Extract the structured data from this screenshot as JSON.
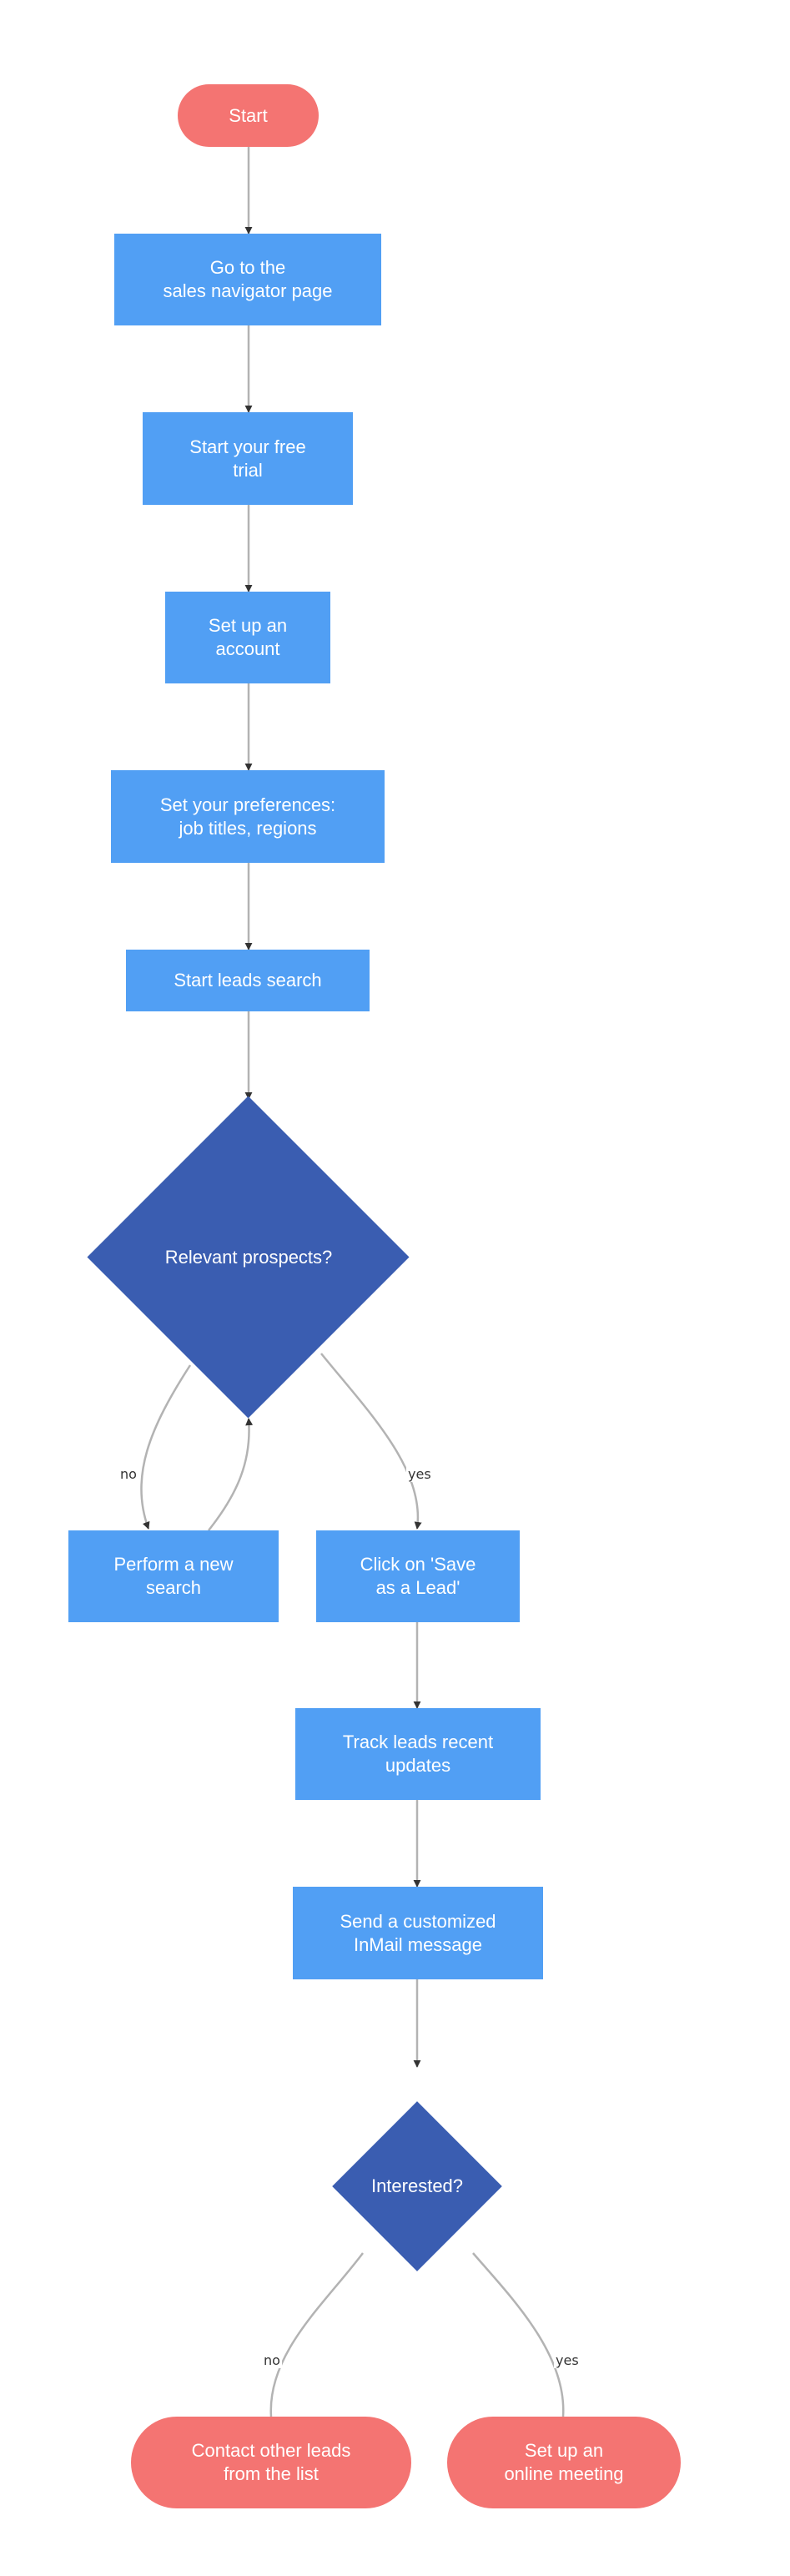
{
  "colors": {
    "terminal": "#f47472",
    "process": "#519ff4",
    "decision": "#3a5db1",
    "connector": "#b3b3b3",
    "arrowhead": "#333333"
  },
  "nodes": {
    "start": "Start",
    "sales_navigator": "Go to the\nsales navigator page",
    "free_trial": "Start your free\ntrial",
    "setup_account": "Set up an\naccount",
    "preferences": "Set your preferences:\njob titles, regions",
    "leads_search": "Start leads search",
    "relevant": "Relevant prospects?",
    "new_search": "Perform a new\nsearch",
    "save_lead": "Click on 'Save\nas a Lead'",
    "track_leads": "Track leads recent\nupdates",
    "inmail": "Send a customized\nInMail message",
    "interested": "Interested?",
    "contact_other": "Contact other leads\nfrom the list",
    "meeting": "Set up an\nonline meeting"
  },
  "edge_labels": {
    "relevant_no": "no",
    "relevant_yes": "yes",
    "interested_no": "no",
    "interested_yes": "yes"
  }
}
